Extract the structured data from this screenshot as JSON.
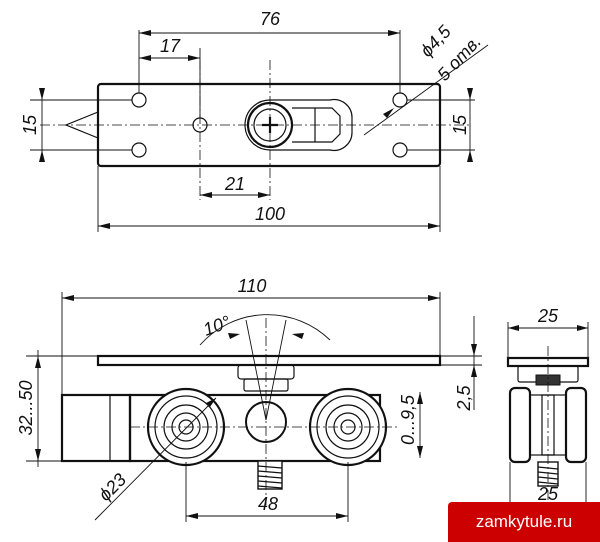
{
  "drawing": {
    "top_view": {
      "overall_length": "76",
      "hole_offset": "17",
      "hole_dia": "ϕ4,5",
      "hole_count": "5 отв.",
      "height_left": "15",
      "height_right": "15",
      "screw_offset": "21",
      "plate_length": "100"
    },
    "front_view": {
      "total_width": "110",
      "tilt_angle": "10°",
      "height_range": "32...50",
      "plate_thickness": "2,5",
      "adjust_range": "0...9,5",
      "wheel_dia": "ϕ23",
      "wheel_spacing": "48"
    },
    "side_view": {
      "top_width": "25",
      "bottom_width": "25"
    }
  },
  "watermark": {
    "text": "zamkytule.ru"
  }
}
